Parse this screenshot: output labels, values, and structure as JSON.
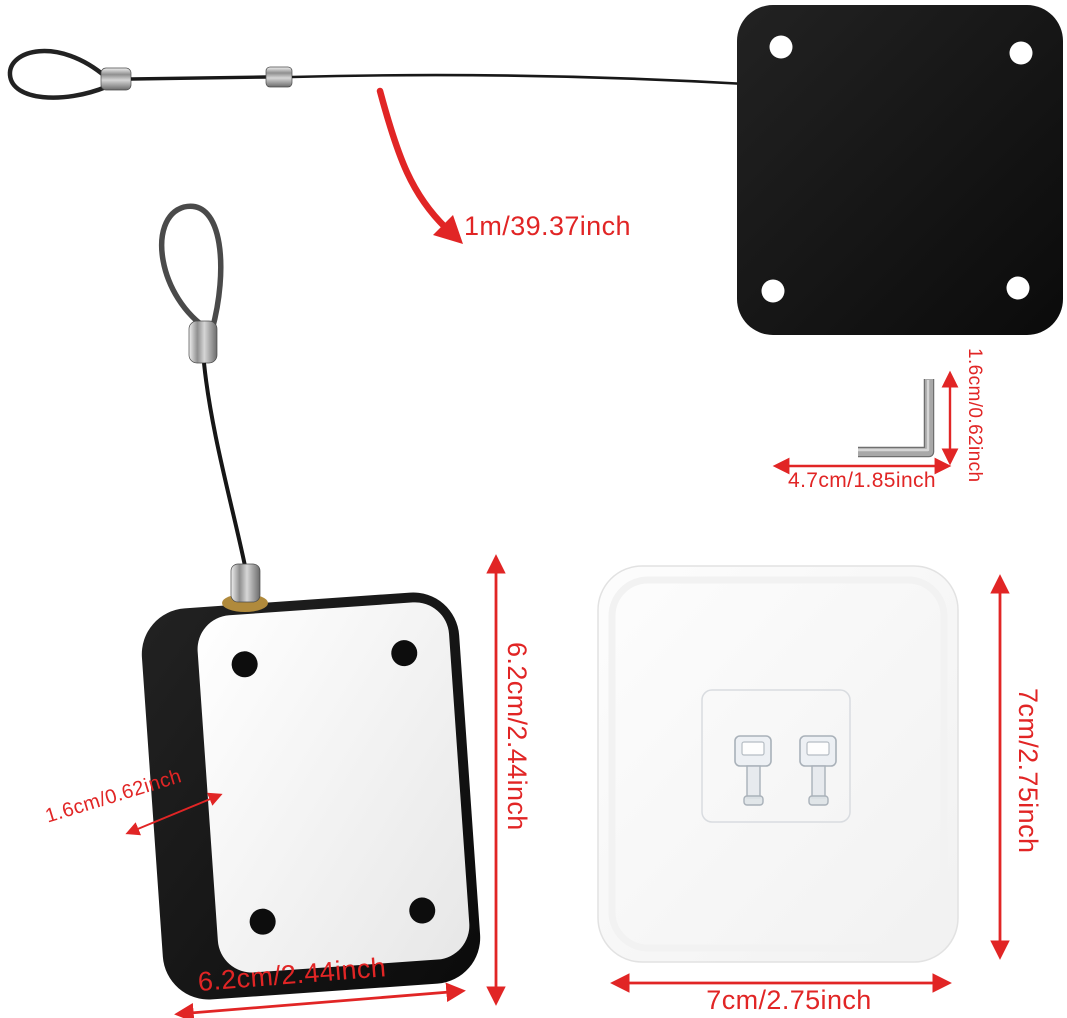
{
  "diagram": {
    "labels": {
      "wire_length": "1m/39.37inch",
      "hex_key_length": "4.7cm/1.85inch",
      "hex_key_height": "1.6cm/0.62inch",
      "closer_height": "6.2cm/2.44inch",
      "closer_width": "6.2cm/2.44inch",
      "closer_depth": "1.6cm/0.62inch",
      "adhesive_plate_height": "7cm/2.75inch",
      "adhesive_plate_width": "7cm/2.75inch"
    },
    "colors": {
      "annotation": "#e12525",
      "mounting_plate": "#141414",
      "device_body": "#1a1a1a",
      "background": "#ffffff"
    },
    "objects": [
      "wire-rope-with-loop",
      "mounting-plate",
      "hex-key",
      "door-closer-device",
      "adhesive-hook-plate"
    ]
  }
}
